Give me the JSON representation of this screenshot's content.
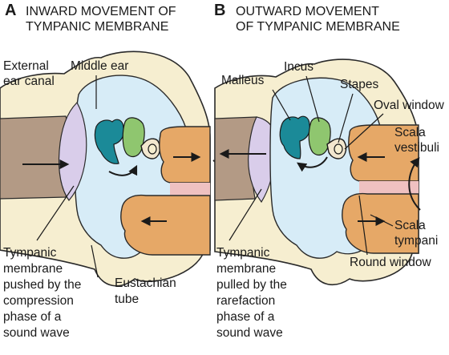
{
  "panel_a": {
    "letter": "A",
    "heading": [
      "INWARD MOVEMENT OF",
      "TYMPANIC MEMBRANE"
    ],
    "labels": {
      "external_ear_canal": [
        "External",
        "ear canal"
      ],
      "middle_ear": "Middle ear",
      "tympanic_membrane": [
        "Tympanic",
        "membrane",
        "pushed by the",
        "compression",
        "phase of a",
        "sound wave"
      ],
      "eustachian_tube": [
        "Eustachian",
        "tube"
      ]
    }
  },
  "panel_b": {
    "letter": "B",
    "heading": [
      "OUTWARD MOVEMENT",
      "OF TYMPANIC MEMBRANE"
    ],
    "labels": {
      "malleus": "Malleus",
      "incus": "Incus",
      "stapes": "Stapes",
      "oval_window": "Oval window",
      "scala_vestibuli": [
        "Scala",
        "vestibuli"
      ],
      "scala_tympani": [
        "Scala",
        "tympani"
      ],
      "round_window": "Round window",
      "tympanic_membrane": [
        "Tympanic",
        "membrane",
        "pulled by the",
        "rarefaction",
        "phase of a",
        "sound wave"
      ]
    }
  },
  "colors": {
    "bone": "#f6eed0",
    "canal": "#b39a85",
    "middle_ear": "#d7ecf7",
    "membrane": "#d9cdea",
    "malleus": "#1b8a98",
    "incus": "#8fc66f",
    "cochlea": "#e6a867",
    "window_gap": "#efc1c1"
  }
}
